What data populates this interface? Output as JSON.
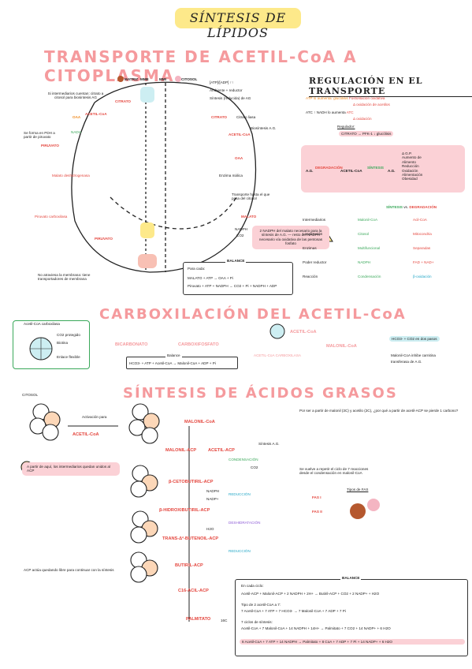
{
  "titles": {
    "main": "SÍNTESIS DE LÍPIDOS",
    "s1": "TRANSPORTE DE ACETIL-CoA A CITOPLASMA",
    "s1b": "REGULACIÓN EN EL TRANSPORTE",
    "s2": "CARBOXILACIÓN DEL ACETIL-CoA",
    "s3": "SÍNTESIS DE ÁCIDOS GRASOS"
  },
  "transport": {
    "matrix": "MATRIZ",
    "mme": "MME",
    "mmi": "MMI",
    "citosol": "CITOSOL",
    "left_note": "Si intermediarios cuentan: citrato a citosol para biosintesis AG",
    "citrato_m": "CITRATO",
    "oaa_m": "OAA",
    "acetilcoa_m": "ACETIL-CoA",
    "nadh": "NADH",
    "nad": "NAD+",
    "malato_m": "MALATO",
    "piruvato_m": "PIRUVATO",
    "piruvato_c": "PIRUVATO",
    "pdh_note": "Se forma en PDH a partir de piruvato",
    "citrato_c": "CITRATO",
    "citrato_liasa": "Citrato liasa",
    "acetilcoa_c": "ACETIL-CoA",
    "biosint": "Biosíntesis A.G.",
    "oaa_c": "OAA",
    "malato_c": "MALATO",
    "mdh": "Malato deshidrogenasa",
    "me": "Enzima málica",
    "nadph": "NADPH",
    "co2": "CO2",
    "atp": "ATP",
    "piruvato_carb": "Piruvato carboxilasa",
    "bottom_note": "No atraviesa la membrana: tiene transportadores de membrana",
    "top_eq1": "[ATP]/[ADP] ↑↑",
    "top_eq2": "Ambiente + reductor",
    "top_eq3": "Síntesis (reducida) de AG",
    "transporte_note": "Transporte hasta el que pasa del citosol",
    "warn_text": "2 NADPH del malato necesario para la síntesis de A.G. — resto del NADPH necesario vía oxidativa de las pentosas fosfato",
    "balance_title": "BALANCE",
    "balance_l1": "Para cada:",
    "balance_l2": "MALATO + ATP → OAA + Pi",
    "balance_l3": "Piruvato + ATP + NADPH → CO2 + Pi + NADPH + ADP"
  },
  "regulation": {
    "l1": "ATP lo aumenta: glucólisis",
    "l1b": "Fosforilación oxidativa",
    "l1c": "Δ oxidación de acetilos",
    "l2": "ATC ↑ NADH lo aumenta",
    "l2b": "ATC",
    "l2c": "Δ oxidación",
    "l3": "Regulador:",
    "l3b": "CITRATO",
    "l3c": "PFK-1 ↓ glucólisis",
    "box_a": "A.G.",
    "box_deg": "DEGRADACIÓN",
    "box_ac": "ACETIL-CoA",
    "box_sint": "SÍNTESIS",
    "box_ag2": "A.G.",
    "box_r1": "Δ G.P.",
    "box_r2": "Aumento de",
    "box_r3": "Alimento",
    "box_r4": "Reducción",
    "box_r5": "Oxidación",
    "box_r6": "Alimentación",
    "box_r7": "Obesidad",
    "cmp_head1": "SÍNTESIS",
    "cmp_vs": "vs.",
    "cmp_head2": "DEGRADACIÓN",
    "rows": [
      {
        "k": "Intermediarios",
        "a": "Malonil-CoA",
        "b": "Acil-CoA"
      },
      {
        "k": "Localización",
        "a": "Citosol",
        "b": "Mitocondria"
      },
      {
        "k": "Enzimas",
        "a": "Multifuncional",
        "b": "Separadas"
      },
      {
        "k": "Poder reductor",
        "a": "NADPH",
        "b": "FAD + NAD+"
      },
      {
        "k": "Reacción",
        "a": "Condensación",
        "b": "β-oxidación"
      }
    ]
  },
  "carbox": {
    "enzyme": "Acetil-CoA carboxilasa",
    "e1": "CO2 protegido",
    "e2": "Biotina",
    "e3": "Enlace flexible",
    "bicarb": "BICARBONATO",
    "carbfosf": "CARBOXIFOSFATO",
    "acetilcoa": "ACETIL-CoA",
    "malonil": "MALONIL-CoA",
    "balance": "Balance",
    "eq": "HCO3- + ATP + Acetil-CoA → Malonil-CoA + ADP + Pi",
    "side1": "HCO3- + CO2 en dos pasos",
    "side2": "Malonil-CoA inhibe carnitina",
    "side3": "transferasa de A.G.",
    "carbox_biotina": "ACETIL-CoA CARBOXILASA"
  },
  "fas": {
    "citosol": "CITOSOL",
    "activ": "Activación para",
    "acetil": "ACETIL-CoA",
    "malonil_coa": "MALONIL-CoA",
    "malonil_acp": "MALONIL-ACP",
    "acetil_acp": "ACETIL-ACP",
    "condens": "CONDENSACIÓN",
    "ceto": "β-CETOBUTIRIL-ACP",
    "reduc": "REDUCCIÓN",
    "hidroxi": "β-HIDROXIBUTIRIL-ACP",
    "deshid": "DESHIDRATACIÓN",
    "trans": "TRANS-Δ²-BUTENOIL-ACP",
    "reduc2": "REDUCCIÓN",
    "butiril": "BUTIRIL-ACP",
    "c16": "C16-ACIL-ACP",
    "palmitato": "PALMITATO",
    "c16b": "16C",
    "left_note1": "A partir de aquí, los intermediarios quedan unidos al ACP",
    "left_note2": "ACP actúa quedando libre para continuar con la síntesis",
    "note_top": "Por ser a partir de malonil (3C) y acetilo (2C), ¿por qué a partir de acetil-ACP se pierde 1 carbono?",
    "note_repeat": "Se vuelve a repetir el ciclo de 7 reacciones desde el condensación en malonil-CoA",
    "sintesis_ag": "Síntesis A.G.",
    "tipos": "Tipos de FAS",
    "fas1": "FAS I",
    "fas2": "FAS II",
    "nadph": "NADPH",
    "nadp": "NADP+",
    "h2o": "H2O",
    "co2": "CO2",
    "balance_title": "BALANCE",
    "bal_l1": "En cada ciclo:",
    "bal_l2": "Acetil-ACP + Malonil-ACP + 2 NADPH + 2H+ → Butiril-ACP + CO2 + 2 NADP+ + H2O",
    "bal_l3": "Tipo de 2 acetil-CoA a 7:",
    "bal_l4": "7 Acetil-CoA + 7 ATP + 7 HCO3- → 7 Malonil-CoA + 7 ADP + 7 Pi",
    "bal_l5": "7 ciclos de síntesis:",
    "bal_l6": "Acetil-CoA + 7 Malonil-CoA + 14 NADPH + 14H+ → Palmitato + 7 CO2 + 14 NADP+ + 6 H2O",
    "bal_l7": "8 Acetil-CoA + 7 ATP + 14 NADPH → Palmitato + 8 CoA + 7 ADP + 7 Pi + 14 NADP+ + 6 H2O"
  },
  "colors": {
    "title_pink": "#f59a9d",
    "yellow": "#fde98a",
    "red": "#e4463e",
    "orange": "#f08a1f",
    "green": "#3aa85a",
    "blue": "#24a7c7"
  }
}
